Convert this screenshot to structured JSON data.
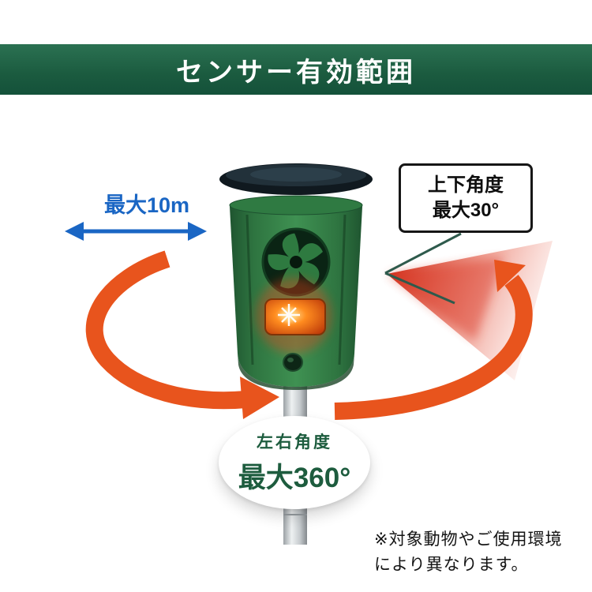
{
  "header": {
    "title": "センサー有効範囲"
  },
  "labels": {
    "max_range": "最大10m",
    "vertical_angle": {
      "line1": "上下角度",
      "line2": "最大30°"
    },
    "horizontal_angle": {
      "line1": "左右角度",
      "line2": "最大360°"
    },
    "note": {
      "line1": "※対象動物やご使用環境",
      "line2": "により異なります。"
    }
  },
  "icons": {
    "range_arrow": "double-horizontal-arrow-icon",
    "rotation_left": "rotation-arc-left-icon",
    "rotation_right": "rotation-arc-right-icon",
    "beam": "infrared-beam-icon",
    "device": "solar-animal-repeller-illustration"
  },
  "colors": {
    "header_green": "#1b5b3f",
    "accent_blue": "#1a66c4",
    "arrow_orange": "#e8541d",
    "badge_text_green": "#1d5c3e",
    "beam_red": "#d63420",
    "device_green": "#2f7d40",
    "pole_silver": "#c9ced1"
  }
}
